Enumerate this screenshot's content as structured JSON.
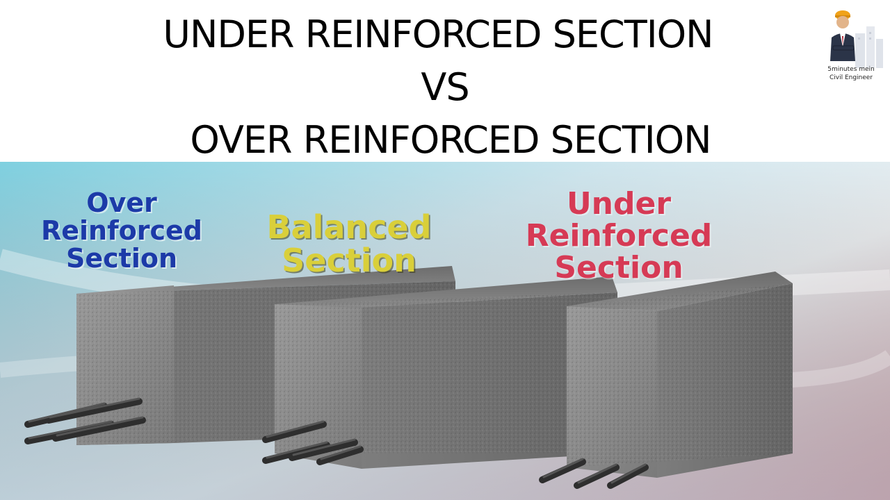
{
  "header": {
    "title_line_1": "UNDER REINFORCED SECTION",
    "title_line_2": "VS",
    "title_line_3": "OVER REINFORCED SECTION"
  },
  "logo": {
    "caption_line_1": "5minutes mein",
    "caption_line_2": "Civil Engineer"
  },
  "scene": {
    "labels": {
      "over": [
        "Over",
        "Reinforced",
        "Section"
      ],
      "balanced": [
        "Balanced",
        "Section"
      ],
      "under": [
        "Under",
        "Reinforced",
        "Section"
      ]
    },
    "colors": {
      "over": "#1c3aa8",
      "balanced": "#d9cf3a",
      "under": "#d63a55",
      "concrete": "#8a8a8a",
      "rebar": "#3a3a3a"
    }
  }
}
